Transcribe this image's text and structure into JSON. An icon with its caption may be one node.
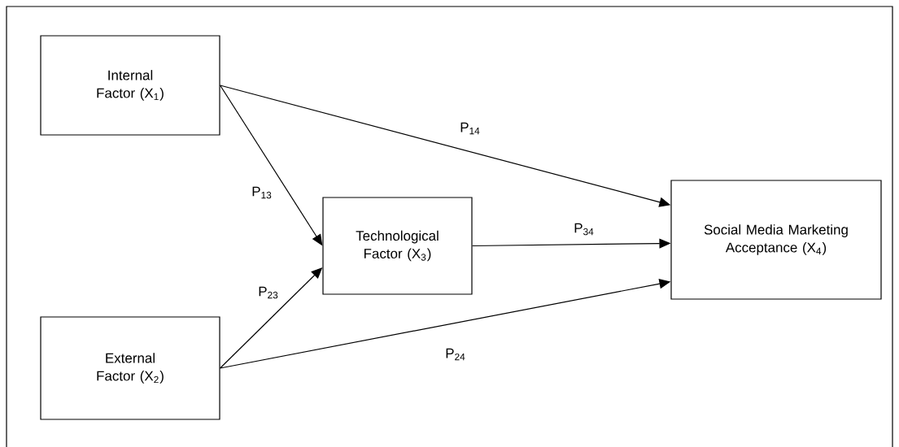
{
  "diagram": {
    "nodes": [
      {
        "text": [
          "Internal Factor (X$_{1}$)"
        ]
      },
      {
        "text": [
          "External Factor (X$_{2}$)"
        ]
      },
      {
        "text": [
          "Technological Factor (X$_{3}$)"
        ]
      },
      {
        "text": [
          "Social Media Marketing Acceptance (X$_{4}$)"
        ]
      }
    ],
    "edges": [
      {
        "from": 0,
        "to": 2,
        "arrow": "to",
        "label": "P$_{13}$"
      },
      {
        "from": 0,
        "to": 3,
        "arrow": "to",
        "label": "P$_{14}$"
      },
      {
        "from": 2,
        "to": 3,
        "arrow": "to",
        "label": "P$_{34}$"
      },
      {
        "from": 1,
        "to": 2,
        "arrow": "to",
        "label": "P$_{23}$"
      },
      {
        "from": 1,
        "to": 3,
        "arrow": "to",
        "label": "P$_{24}$"
      }
    ]
  }
}
